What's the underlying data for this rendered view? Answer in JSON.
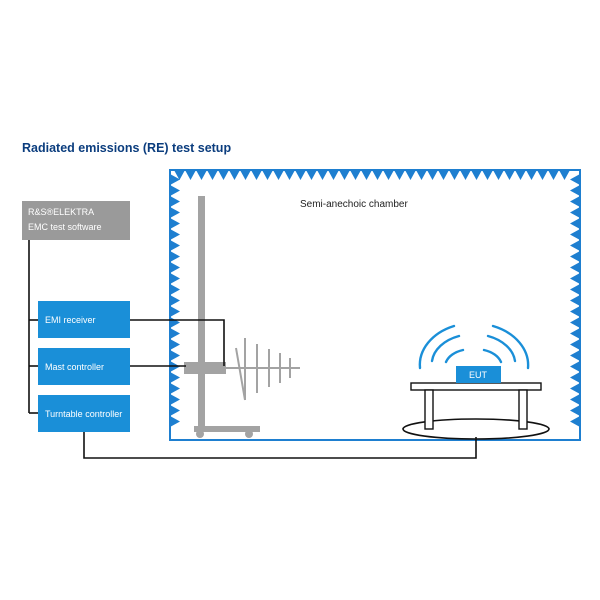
{
  "diagram": {
    "title": "Radiated emissions (RE) test setup",
    "software": {
      "line1": "R&S®ELEKTRA",
      "line2": "EMC test software"
    },
    "boxes": {
      "emi_receiver": "EMI receiver",
      "mast_controller": "Mast controller",
      "turntable_controller": "Turntable controller"
    },
    "chamber_label": "Semi-anechoic chamber",
    "eut_label": "EUT"
  },
  "colors": {
    "title_blue": "#0b3d7e",
    "box_blue": "#1a8fd8",
    "absorber_blue": "#1e7fd0",
    "software_grey": "#9a9a9a",
    "mast_grey": "#a3a3a3",
    "wire": "#111111"
  }
}
